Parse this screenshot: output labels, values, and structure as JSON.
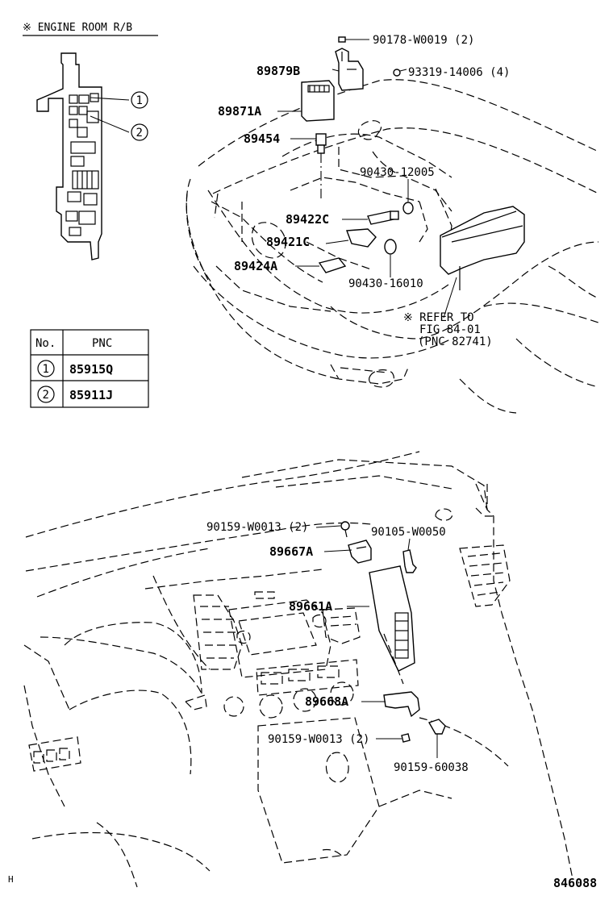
{
  "inset": {
    "title": "※ ENGINE ROOM R/B",
    "callouts": [
      "1",
      "2"
    ]
  },
  "pnc_table": {
    "headers": [
      "No.",
      "PNC"
    ],
    "rows": [
      {
        "no": "1",
        "pnc": "85915Q"
      },
      {
        "no": "2",
        "pnc": "85911J"
      }
    ]
  },
  "top_labels": {
    "p90178": "90178-W0019 (2)",
    "p89879B": "89879B",
    "p93319": "93319-14006 (4)",
    "p89871A": "89871A",
    "p89454": "89454",
    "p90430a": "90430-12005",
    "p89422C": "89422C",
    "p89421C": "89421C",
    "p89424A": "89424A",
    "p90430b": "90430-16010",
    "refer1": "※ REFER TO",
    "refer2": "FIG 84-01",
    "refer3": "(PNC 82741)"
  },
  "bottom_labels": {
    "p90159a": "90159-W0013 (2)",
    "p90105": "90105-W0050",
    "p89667A": "89667A",
    "p89661A": "89661A",
    "p89668A": "89668A",
    "p90159b": "90159-W0013 (2)",
    "p90159c": "90159-60038"
  },
  "footer": {
    "left_mark": "H",
    "figure_number": "846088"
  }
}
